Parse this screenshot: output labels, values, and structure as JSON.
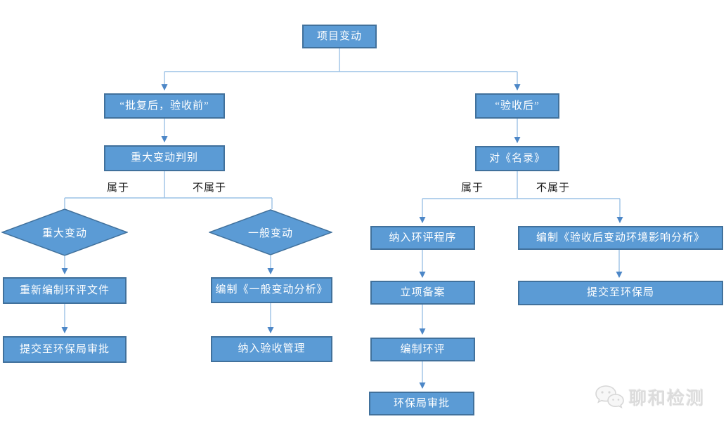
{
  "colors": {
    "node_fill": "#5B9BD5",
    "node_border": "#41719C",
    "connector_line": "#9CC2E5",
    "arrowhead": "#4D87C7",
    "watermark_gray": "#dcdcdc"
  },
  "flowchart": {
    "root": "项目变动",
    "left": {
      "stage": "“批复后，验收前”",
      "decision": "重大变动判别",
      "branch_yes": "属于",
      "branch_no": "不属于",
      "major": {
        "condition": "重大变动",
        "steps": [
          "重新编制环评文件",
          "提交至环保局审批"
        ]
      },
      "general": {
        "condition": "一般变动",
        "steps": [
          "编制《一般变动分析》",
          "纳入验收管理"
        ]
      }
    },
    "right": {
      "stage": "“验收后”",
      "decision": "对《名录》",
      "branch_yes": "属于",
      "branch_no": "不属于",
      "included": {
        "steps": [
          "纳入环评程序",
          "立项备案",
          "编制环评",
          "环保局审批"
        ]
      },
      "excluded": {
        "steps": [
          "编制《验收后变动环境影响分析》",
          "提交至环保局"
        ]
      }
    }
  },
  "watermark": {
    "brand": "聊和检测",
    "icon": "wechat-icon"
  }
}
